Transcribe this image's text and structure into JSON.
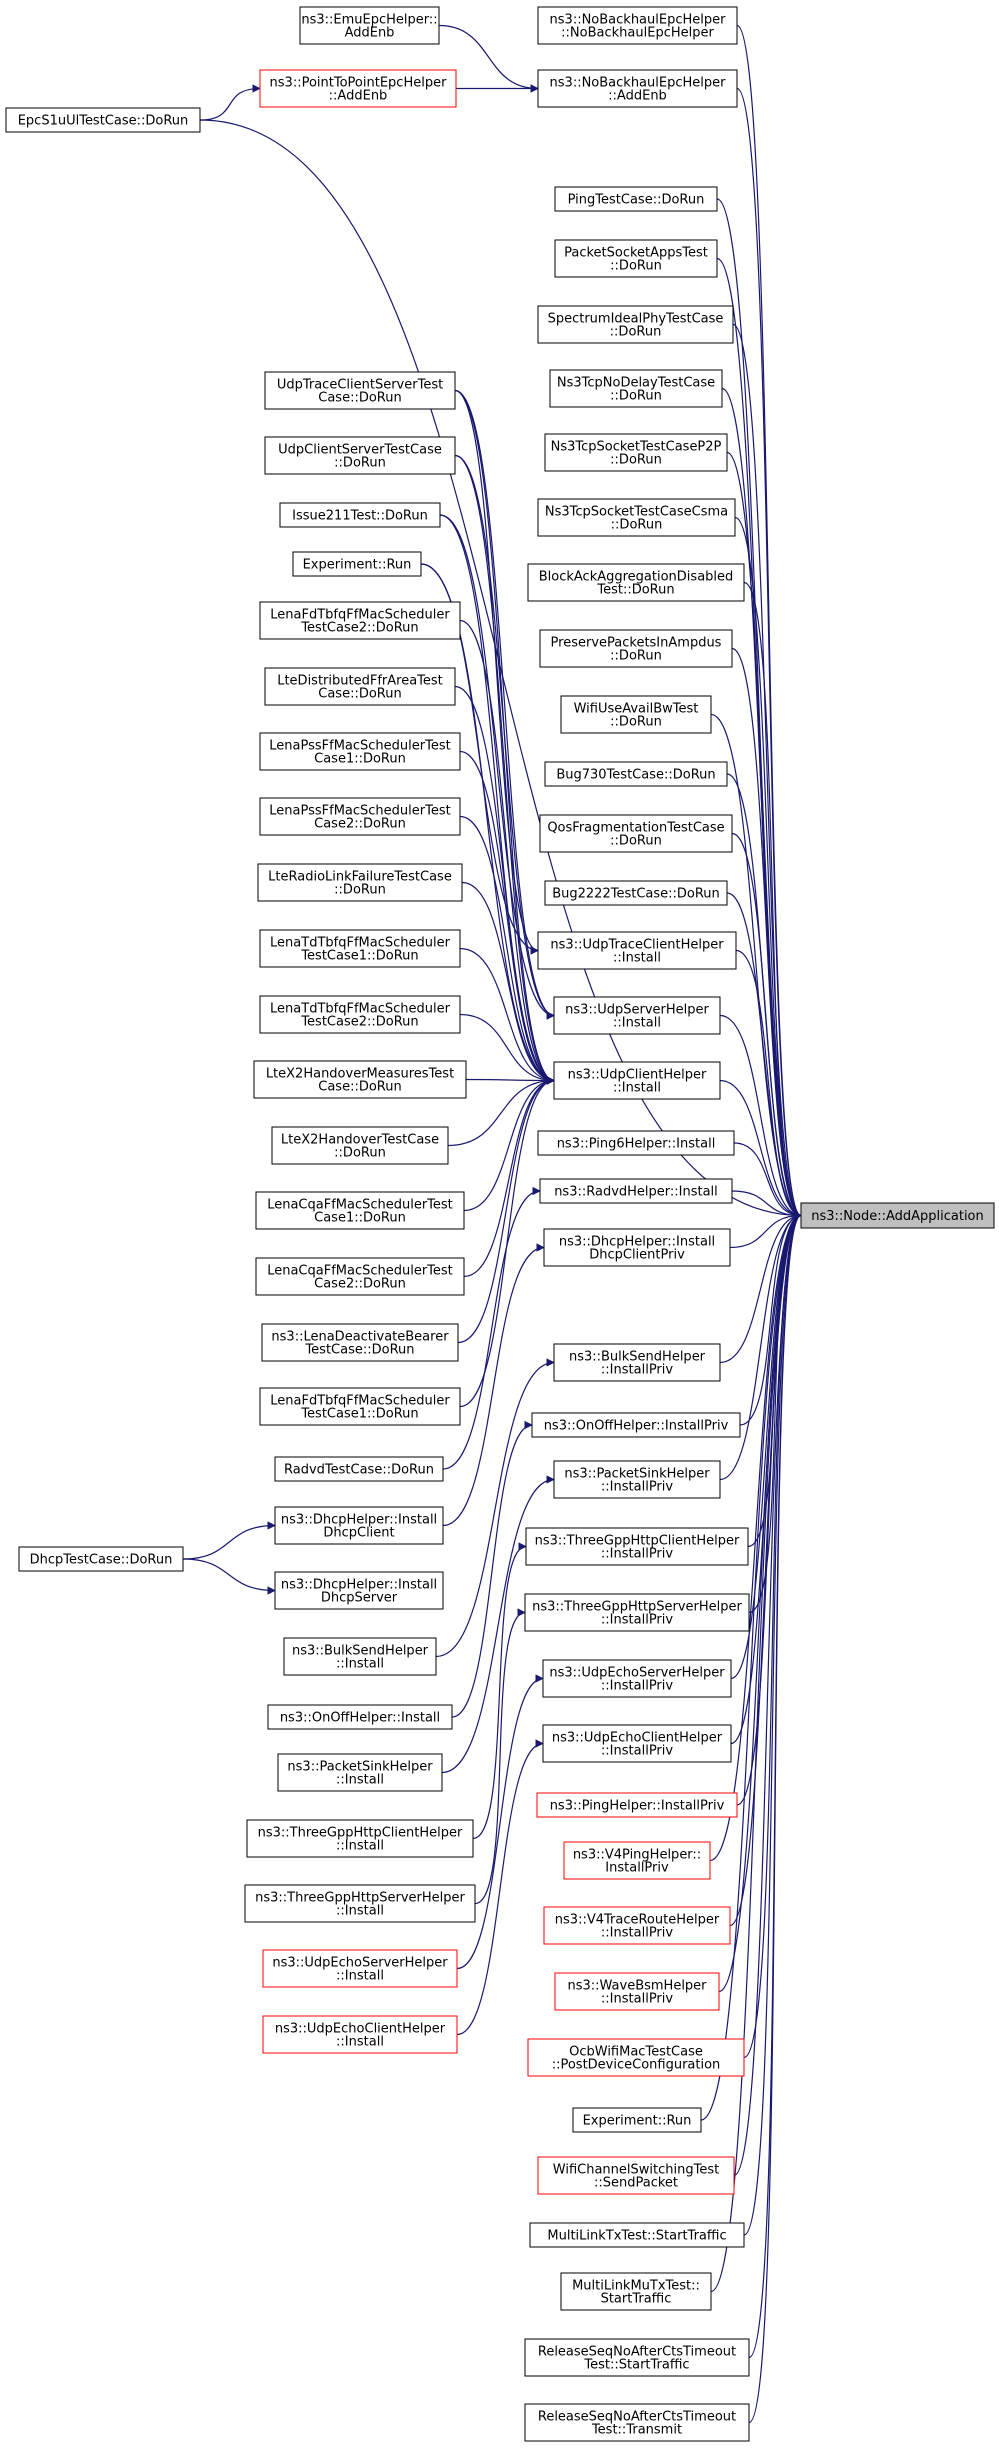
{
  "colors": {
    "edge": "#191970",
    "border": "#000000",
    "border_red": "#ff0000",
    "root_fill": "#bfbfbf",
    "background": "#ffffff"
  },
  "nodes": [
    {
      "id": "root",
      "lines": [
        "ns3::Node::AddApplication"
      ],
      "style": "root"
    },
    {
      "id": "noBackhaulCtor",
      "lines": [
        "ns3::NoBackhaulEpcHelper",
        "::NoBackhaulEpcHelper"
      ]
    },
    {
      "id": "emuAddEnb",
      "lines": [
        "ns3::EmuEpcHelper::",
        "AddEnb"
      ]
    },
    {
      "id": "noBackhaulAddEnb",
      "lines": [
        "ns3::NoBackhaulEpcHelper",
        "::AddEnb"
      ]
    },
    {
      "id": "p2pAddEnb",
      "lines": [
        "ns3::PointToPointEpcHelper",
        "::AddEnb"
      ],
      "style": "red"
    },
    {
      "id": "epcS1u",
      "lines": [
        "EpcS1uUlTestCase::DoRun"
      ]
    },
    {
      "id": "ping",
      "lines": [
        "PingTestCase::DoRun"
      ]
    },
    {
      "id": "packetSocket",
      "lines": [
        "PacketSocketAppsTest",
        "::DoRun"
      ]
    },
    {
      "id": "spectrumIdeal",
      "lines": [
        "SpectrumIdealPhyTestCase",
        "::DoRun"
      ]
    },
    {
      "id": "tcpNoDelay",
      "lines": [
        "Ns3TcpNoDelayTestCase",
        "::DoRun"
      ]
    },
    {
      "id": "tcpP2P",
      "lines": [
        "Ns3TcpSocketTestCaseP2P",
        "::DoRun"
      ]
    },
    {
      "id": "tcpCsma",
      "lines": [
        "Ns3TcpSocketTestCaseCsma",
        "::DoRun"
      ]
    },
    {
      "id": "blockAck",
      "lines": [
        "BlockAckAggregationDisabled",
        "Test::DoRun"
      ]
    },
    {
      "id": "preservePackets",
      "lines": [
        "PreservePacketsInAmpdus",
        "::DoRun"
      ]
    },
    {
      "id": "wifiUseAvail",
      "lines": [
        "WifiUseAvailBwTest",
        "::DoRun"
      ]
    },
    {
      "id": "bug730",
      "lines": [
        "Bug730TestCase::DoRun"
      ]
    },
    {
      "id": "qosFrag",
      "lines": [
        "QosFragmentationTestCase",
        "::DoRun"
      ]
    },
    {
      "id": "bug2222",
      "lines": [
        "Bug2222TestCase::DoRun"
      ]
    },
    {
      "id": "udpTraceClientInstall",
      "lines": [
        "ns3::UdpTraceClientHelper",
        "::Install"
      ]
    },
    {
      "id": "udpServerInstall",
      "lines": [
        "ns3::UdpServerHelper",
        "::Install"
      ]
    },
    {
      "id": "udpClientInstall",
      "lines": [
        "ns3::UdpClientHelper",
        "::Install"
      ]
    },
    {
      "id": "ping6",
      "lines": [
        "ns3::Ping6Helper::Install"
      ]
    },
    {
      "id": "radvdInstall",
      "lines": [
        "ns3::RadvdHelper::Install"
      ]
    },
    {
      "id": "dhcpInstallClientPriv",
      "lines": [
        "ns3::DhcpHelper::Install",
        "DhcpClientPriv"
      ]
    },
    {
      "id": "bulkSendPriv",
      "lines": [
        "ns3::BulkSendHelper",
        "::InstallPriv"
      ]
    },
    {
      "id": "onOffPriv",
      "lines": [
        "ns3::OnOffHelper::InstallPriv"
      ]
    },
    {
      "id": "packetSinkPriv",
      "lines": [
        "ns3::PacketSinkHelper",
        "::InstallPriv"
      ]
    },
    {
      "id": "tgppClientPriv",
      "lines": [
        "ns3::ThreeGppHttpClientHelper",
        "::InstallPriv"
      ]
    },
    {
      "id": "tgppServerPriv",
      "lines": [
        "ns3::ThreeGppHttpServerHelper",
        "::InstallPriv"
      ]
    },
    {
      "id": "udpEchoServerPriv",
      "lines": [
        "ns3::UdpEchoServerHelper",
        "::InstallPriv"
      ]
    },
    {
      "id": "udpEchoClientPriv",
      "lines": [
        "ns3::UdpEchoClientHelper",
        "::InstallPriv"
      ]
    },
    {
      "id": "pingHelperPriv",
      "lines": [
        "ns3::PingHelper::InstallPriv"
      ],
      "style": "red"
    },
    {
      "id": "v4PingPriv",
      "lines": [
        "ns3::V4PingHelper::",
        "InstallPriv"
      ],
      "style": "red"
    },
    {
      "id": "v4TracePriv",
      "lines": [
        "ns3::V4TraceRouteHelper",
        "::InstallPriv"
      ],
      "style": "red"
    },
    {
      "id": "waveBsmPriv",
      "lines": [
        "ns3::WaveBsmHelper",
        "::InstallPriv"
      ],
      "style": "red"
    },
    {
      "id": "ocbWifi",
      "lines": [
        "OcbWifiMacTestCase",
        "::PostDeviceConfiguration"
      ],
      "style": "red"
    },
    {
      "id": "experimentRunR",
      "lines": [
        "Experiment::Run"
      ]
    },
    {
      "id": "wifiChanSwitch",
      "lines": [
        "WifiChannelSwitchingTest",
        "::SendPacket"
      ],
      "style": "red"
    },
    {
      "id": "multiLinkTx",
      "lines": [
        "MultiLinkTxTest::StartTraffic"
      ]
    },
    {
      "id": "multiLinkMuTx",
      "lines": [
        "MultiLinkMuTxTest::",
        "StartTraffic"
      ]
    },
    {
      "id": "releaseStart",
      "lines": [
        "ReleaseSeqNoAfterCtsTimeout",
        "Test::StartTraffic"
      ]
    },
    {
      "id": "releaseTransmit",
      "lines": [
        "ReleaseSeqNoAfterCtsTimeout",
        "Test::Transmit"
      ]
    },
    {
      "id": "udpTraceCS",
      "lines": [
        "UdpTraceClientServerTest",
        "Case::DoRun"
      ]
    },
    {
      "id": "udpClientServer",
      "lines": [
        "UdpClientServerTestCase",
        "::DoRun"
      ]
    },
    {
      "id": "issue211",
      "lines": [
        "Issue211Test::DoRun"
      ]
    },
    {
      "id": "experimentRunL",
      "lines": [
        "Experiment::Run"
      ]
    },
    {
      "id": "lenaFdTbfq2",
      "lines": [
        "LenaFdTbfqFfMacScheduler",
        "TestCase2::DoRun"
      ]
    },
    {
      "id": "lteDistFfr",
      "lines": [
        "LteDistributedFfrAreaTest",
        "Case::DoRun"
      ]
    },
    {
      "id": "lenaPss1",
      "lines": [
        "LenaPssFfMacSchedulerTest",
        "Case1::DoRun"
      ]
    },
    {
      "id": "lenaPss2",
      "lines": [
        "LenaPssFfMacSchedulerTest",
        "Case2::DoRun"
      ]
    },
    {
      "id": "lteRlf",
      "lines": [
        "LteRadioLinkFailureTestCase",
        "::DoRun"
      ]
    },
    {
      "id": "lenaTdTbfq1",
      "lines": [
        "LenaTdTbfqFfMacScheduler",
        "TestCase1::DoRun"
      ]
    },
    {
      "id": "lenaTdTbfq2",
      "lines": [
        "LenaTdTbfqFfMacScheduler",
        "TestCase2::DoRun"
      ]
    },
    {
      "id": "lteX2HoMeas",
      "lines": [
        "LteX2HandoverMeasuresTest",
        "Case::DoRun"
      ]
    },
    {
      "id": "lteX2Ho",
      "lines": [
        "LteX2HandoverTestCase",
        "::DoRun"
      ]
    },
    {
      "id": "lenaCqa1",
      "lines": [
        "LenaCqaFfMacSchedulerTest",
        "Case1::DoRun"
      ]
    },
    {
      "id": "lenaCqa2",
      "lines": [
        "LenaCqaFfMacSchedulerTest",
        "Case2::DoRun"
      ]
    },
    {
      "id": "lenaDeact",
      "lines": [
        "ns3::LenaDeactivateBearer",
        "TestCase::DoRun"
      ]
    },
    {
      "id": "lenaFdTbfq1",
      "lines": [
        "LenaFdTbfqFfMacScheduler",
        "TestCase1::DoRun"
      ]
    },
    {
      "id": "radvdTest",
      "lines": [
        "RadvdTestCase::DoRun"
      ]
    },
    {
      "id": "dhcpInstallClient",
      "lines": [
        "ns3::DhcpHelper::Install",
        "DhcpClient"
      ]
    },
    {
      "id": "dhcpInstallServer",
      "lines": [
        "ns3::DhcpHelper::Install",
        "DhcpServer"
      ]
    },
    {
      "id": "dhcpTest",
      "lines": [
        "DhcpTestCase::DoRun"
      ]
    },
    {
      "id": "bulkSendInstall",
      "lines": [
        "ns3::BulkSendHelper",
        "::Install"
      ]
    },
    {
      "id": "onOffInstall",
      "lines": [
        "ns3::OnOffHelper::Install"
      ]
    },
    {
      "id": "packetSinkInstall",
      "lines": [
        "ns3::PacketSinkHelper",
        "::Install"
      ]
    },
    {
      "id": "tgppClientInstall",
      "lines": [
        "ns3::ThreeGppHttpClientHelper",
        "::Install"
      ]
    },
    {
      "id": "tgppServerInstall",
      "lines": [
        "ns3::ThreeGppHttpServerHelper",
        "::Install"
      ]
    },
    {
      "id": "udpEchoServerInstall",
      "lines": [
        "ns3::UdpEchoServerHelper",
        "::Install"
      ],
      "style": "red"
    },
    {
      "id": "udpEchoClientInstall",
      "lines": [
        "ns3::UdpEchoClientHelper",
        "::Install"
      ],
      "style": "red"
    }
  ]
}
